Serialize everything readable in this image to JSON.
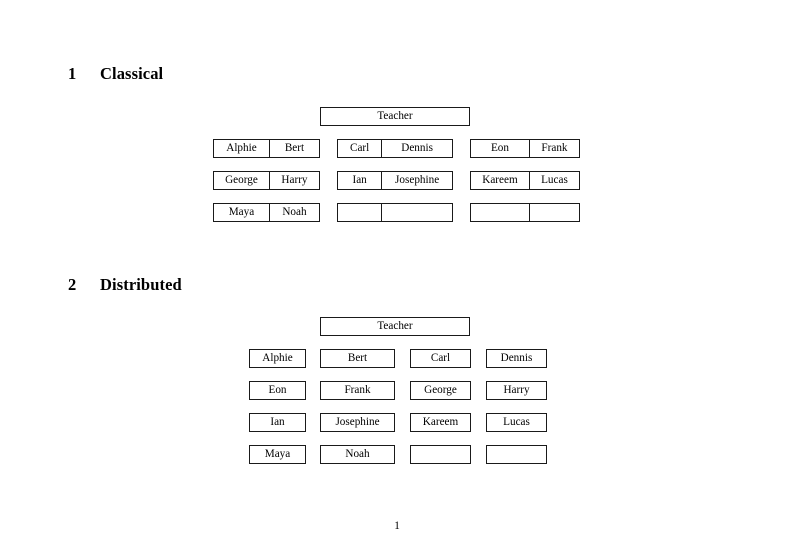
{
  "document": {
    "page_number": "1"
  },
  "sections": [
    {
      "number": "1",
      "title": "Classical",
      "teacher_label": "Teacher",
      "layout": "grouped-pairs",
      "groups": [
        {
          "id": "a",
          "rows": [
            {
              "cells": [
                "Alphie",
                "Bert"
              ]
            },
            {
              "cells": [
                "George",
                "Harry"
              ]
            },
            {
              "cells": [
                "Maya",
                "Noah"
              ]
            }
          ]
        },
        {
          "id": "b",
          "rows": [
            {
              "cells": [
                "Carl",
                "Dennis"
              ]
            },
            {
              "cells": [
                "Ian",
                "Josephine"
              ]
            },
            {
              "cells": [
                "",
                ""
              ]
            }
          ]
        },
        {
          "id": "c",
          "rows": [
            {
              "cells": [
                "Eon",
                "Frank"
              ]
            },
            {
              "cells": [
                "Kareem",
                "Lucas"
              ]
            },
            {
              "cells": [
                "",
                ""
              ]
            }
          ]
        }
      ]
    },
    {
      "number": "2",
      "title": "Distributed",
      "teacher_label": "Teacher",
      "layout": "independent-boxes",
      "rows": [
        {
          "cells": [
            "Alphie",
            "Bert",
            "Carl",
            "Dennis"
          ]
        },
        {
          "cells": [
            "Eon",
            "Frank",
            "George",
            "Harry"
          ]
        },
        {
          "cells": [
            "Ian",
            "Josephine",
            "Kareem",
            "Lucas"
          ]
        },
        {
          "cells": [
            "Maya",
            "Noah",
            "",
            ""
          ]
        }
      ]
    }
  ]
}
